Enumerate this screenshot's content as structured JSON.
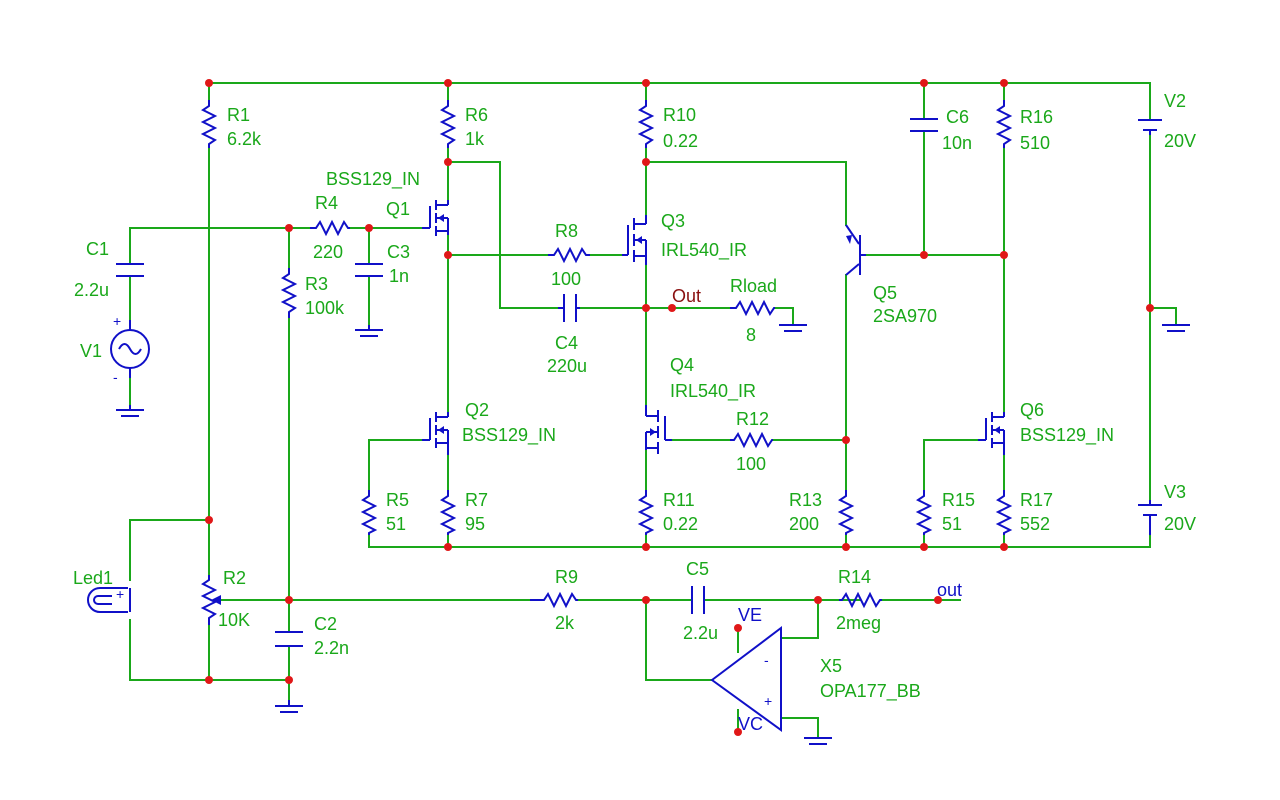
{
  "components": {
    "R1": {
      "ref": "R1",
      "value": "6.2k"
    },
    "R2": {
      "ref": "R2",
      "value": "10K"
    },
    "R3": {
      "ref": "R3",
      "value": "100k"
    },
    "R4": {
      "ref": "R4",
      "value": "220"
    },
    "R5": {
      "ref": "R5",
      "value": "51"
    },
    "R6": {
      "ref": "R6",
      "value": "1k"
    },
    "R7": {
      "ref": "R7",
      "value": "95"
    },
    "R8": {
      "ref": "R8",
      "value": "100"
    },
    "R9": {
      "ref": "R9",
      "value": "2k"
    },
    "R10": {
      "ref": "R10",
      "value": "0.22"
    },
    "R11": {
      "ref": "R11",
      "value": "0.22"
    },
    "R12": {
      "ref": "R12",
      "value": "100"
    },
    "R13": {
      "ref": "R13",
      "value": "200"
    },
    "R14": {
      "ref": "R14",
      "value": "2meg"
    },
    "R15": {
      "ref": "R15",
      "value": "51"
    },
    "R16": {
      "ref": "R16",
      "value": "510"
    },
    "R17": {
      "ref": "R17",
      "value": "552"
    },
    "Rload": {
      "ref": "Rload",
      "value": "8"
    },
    "C1": {
      "ref": "C1",
      "value": "2.2u"
    },
    "C2": {
      "ref": "C2",
      "value": "2.2n"
    },
    "C3": {
      "ref": "C3",
      "value": "1n"
    },
    "C4": {
      "ref": "C4",
      "value": "220u"
    },
    "C5": {
      "ref": "C5",
      "value": "2.2u"
    },
    "C6": {
      "ref": "C6",
      "value": "10n"
    },
    "Q1": {
      "ref": "Q1",
      "value": "BSS129_IN"
    },
    "Q2": {
      "ref": "Q2",
      "value": "BSS129_IN"
    },
    "Q3": {
      "ref": "Q3",
      "value": "IRL540_IR"
    },
    "Q4": {
      "ref": "Q4",
      "value": "IRL540_IR"
    },
    "Q5": {
      "ref": "Q5",
      "value": "2SA970"
    },
    "Q6": {
      "ref": "Q6",
      "value": "BSS129_IN"
    },
    "V1": {
      "ref": "V1"
    },
    "V2": {
      "ref": "V2",
      "value": "20V"
    },
    "V3": {
      "ref": "V3",
      "value": "20V"
    },
    "X5": {
      "ref": "X5",
      "value": "OPA177_BB"
    },
    "Led1": {
      "ref": "Led1"
    }
  },
  "nets": {
    "out_node": "Out",
    "output_label": "out",
    "ve_label": "VE",
    "vc_label": "VC"
  },
  "symbols": {
    "plus": "+",
    "minus": "-"
  },
  "colors": {
    "wire": "#1aa81a",
    "component": "#1010c8",
    "node": "#e01818",
    "label": "#1aa81a",
    "net_label": "#8a1010",
    "background": "#ffffff"
  }
}
